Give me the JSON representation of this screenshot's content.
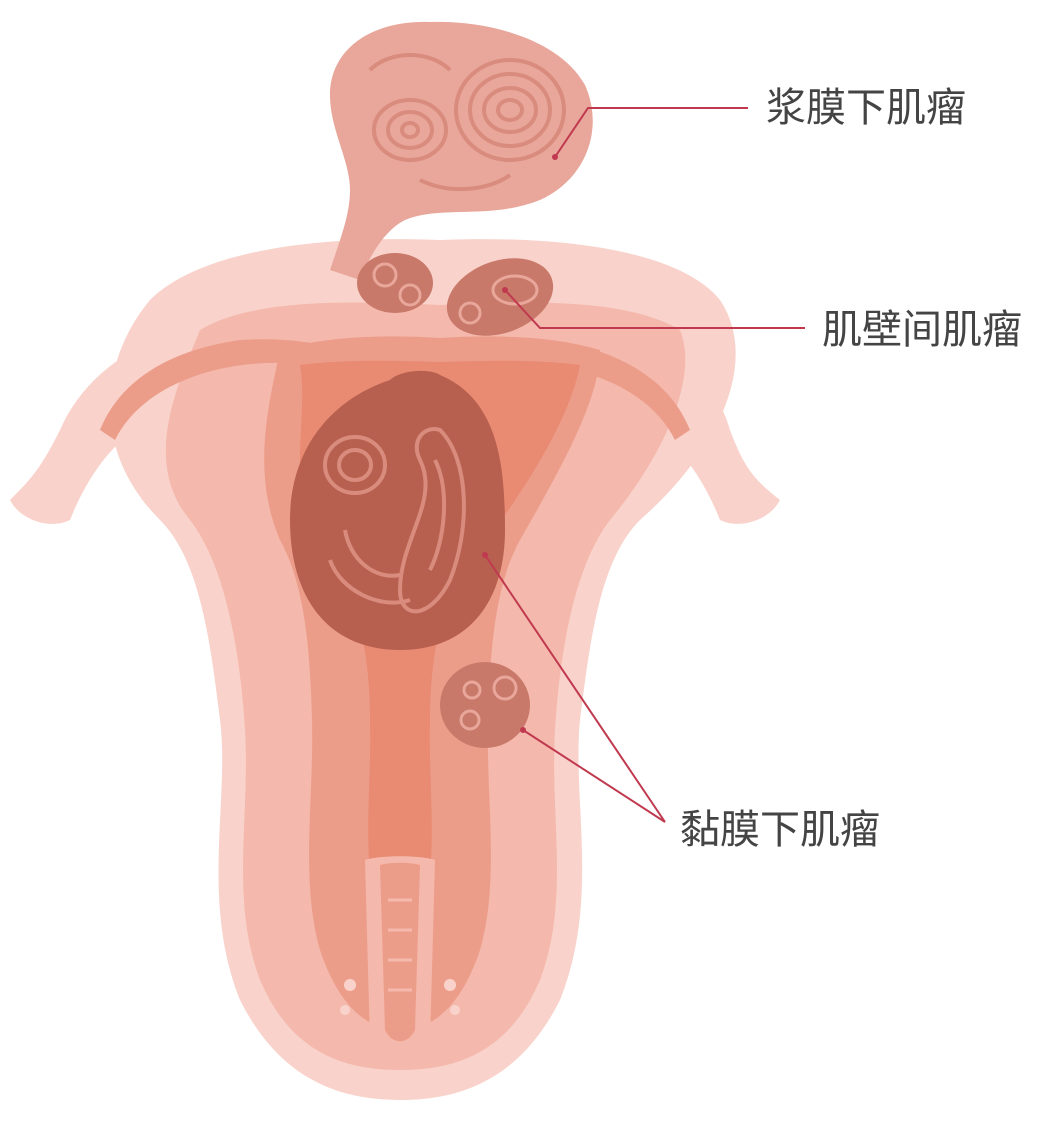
{
  "labels": {
    "subserosal": "浆膜下肌瘤",
    "intramural": "肌壁间肌瘤",
    "submucosal": "黏膜下肌瘤"
  },
  "colors": {
    "outer_tissue": "#f9d3cb",
    "mid_tissue": "#f4b9ac",
    "uterine_wall": "#ec9d89",
    "cavity": "#e98a73",
    "fibroid_pale": "#e8a79a",
    "fibroid_dark": "#b7604f",
    "fibroid_mid": "#c9796a",
    "leader_line": "#c0394f",
    "label_text": "#444444"
  }
}
